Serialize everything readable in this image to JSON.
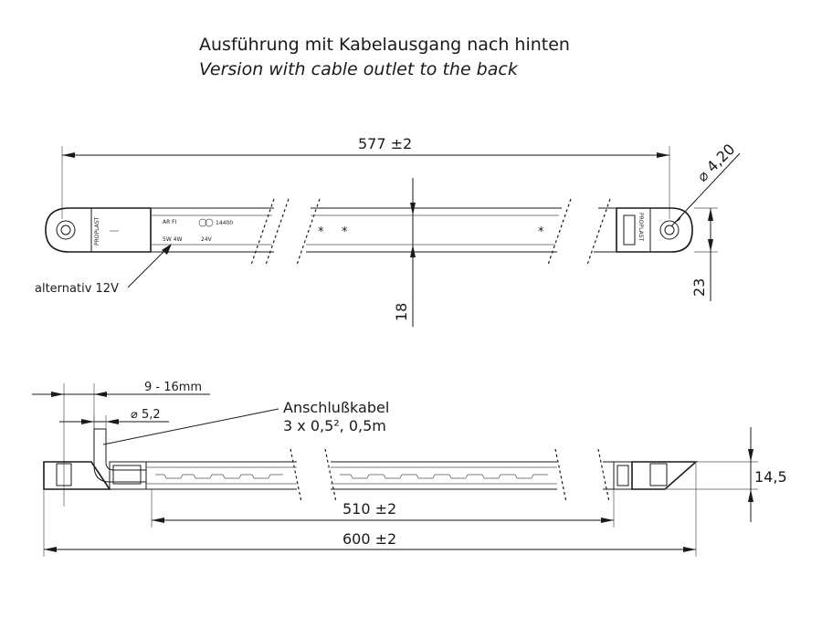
{
  "title_de": "Ausführung mit Kabelausgang nach hinten",
  "title_en": "Version with cable outlet to the back",
  "top_view": {
    "length_dim": "577 ±2",
    "hole_dim": "⌀ 4,20",
    "height_dim": "23",
    "strip_height_dim": "18",
    "alt_note": "alternativ 12V",
    "label_left": {
      "brand": "PROPLAST",
      "marks_row1": "AR   FI",
      "power": "5W  4W",
      "volt": "24V",
      "cert": "14400"
    },
    "label_right": {
      "brand": "PROPLAST"
    }
  },
  "side_view": {
    "range_dim": "9 - 16mm",
    "dia_dim": "⌀ 5,2",
    "cable_title": "Anschlußkabel",
    "cable_spec": "3 x 0,5², 0,5m",
    "inner_length_dim": "510 ±2",
    "total_length_dim": "600 ±2",
    "thickness_dim": "14,5"
  }
}
